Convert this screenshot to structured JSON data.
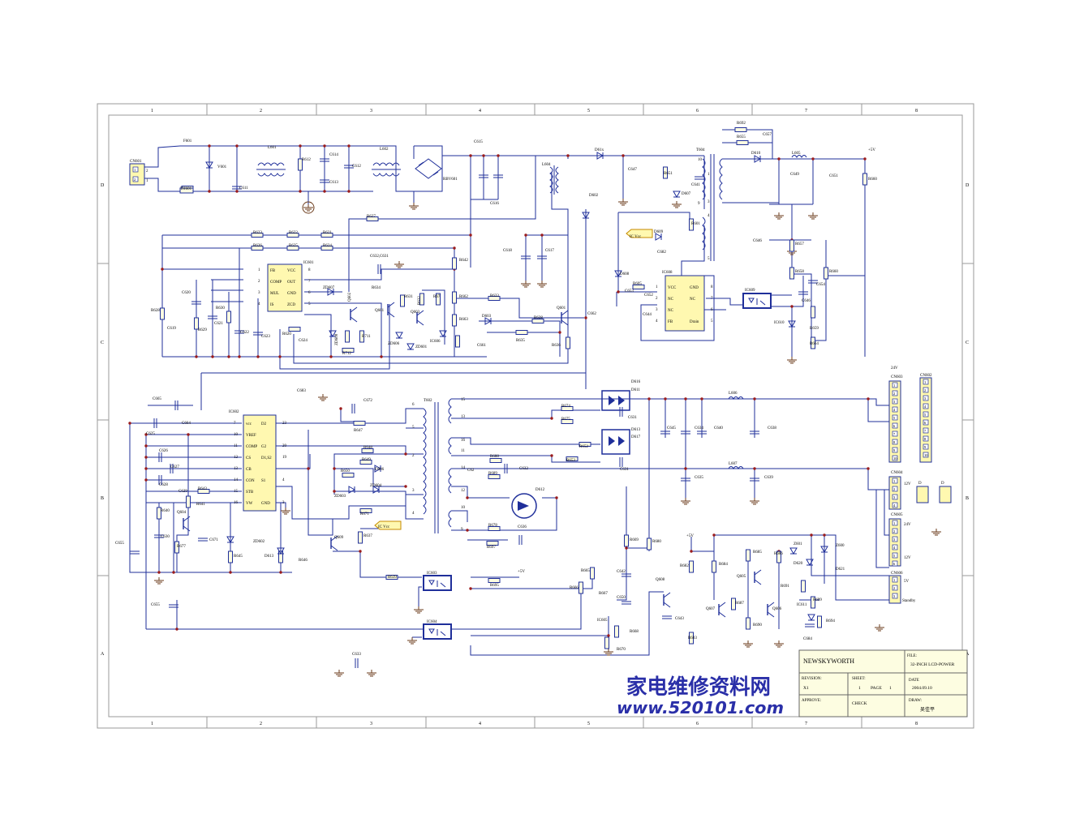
{
  "colors": {
    "paper": "#fdfde1",
    "wire": "#1f2f9a",
    "ic_fill": "#fff8b0",
    "node": "#9b1b1b",
    "ground": "#6b3b1b",
    "watermark": "#2a2fa8"
  },
  "grid": {
    "top": [
      "1",
      "2",
      "3",
      "4",
      "5",
      "6",
      "7",
      "8"
    ],
    "bottom": [
      "1",
      "2",
      "3",
      "4",
      "5",
      "6",
      "7",
      "8"
    ],
    "left": [
      "D",
      "C",
      "B",
      "A"
    ],
    "right": [
      "D",
      "C",
      "B",
      "A"
    ]
  },
  "ics": {
    "ic601": {
      "name": "IC601",
      "pins_left": [
        "FB",
        "COMP",
        "MUL",
        "IS"
      ],
      "pins_right": [
        "VCC",
        "OUT",
        "GND",
        "ZCD"
      ],
      "nums_left": [
        "1",
        "2",
        "3",
        "4"
      ],
      "nums_right": [
        "8",
        "7",
        "6",
        "5"
      ]
    },
    "ic602": {
      "name": "IC602",
      "pins_left": [
        "vcc",
        "VREF",
        "COMP",
        "CS",
        "CB",
        "CON",
        "STB",
        "VW"
      ],
      "pins_right": [
        "D2",
        "",
        "G2",
        "D1,S2",
        "",
        "S1",
        "",
        "GND"
      ],
      "nums_left": [
        "7",
        "10",
        "11",
        "12",
        "13",
        "14",
        "15",
        "16"
      ],
      "nums_right": [
        "23",
        "",
        "20",
        "19",
        "",
        "4",
        "",
        "3"
      ]
    },
    "ic608": {
      "name": "IC608",
      "pins_left": [
        "VCC",
        "NC",
        "NC",
        "FB"
      ],
      "pins_right": [
        "GND",
        "NC",
        "",
        "Drain"
      ],
      "nums_left": [
        "1",
        "2",
        "3",
        "4"
      ],
      "nums_right": [
        "8",
        "7",
        "6",
        "5"
      ]
    }
  },
  "labels": {
    "cn601": "CN601",
    "cn601_p2": "2",
    "cn601_p1": "1",
    "f601": "F601",
    "th601": "TH601",
    "v601": "V601",
    "c611": "C611",
    "l601": "L601",
    "r612": "R612",
    "c614": "C614",
    "c613": "C613",
    "c612": "C612",
    "l602": "L602",
    "rbv601": "RBV601",
    "c615": "C615",
    "c616": "C616",
    "l604": "L604",
    "d61x": "D61x",
    "c647": "C647",
    "t604": "T604",
    "r692": "R692",
    "c657": "C657",
    "r655": "R655",
    "d610": "D610",
    "l605": "L605",
    "plus5v_top": "+5V",
    "r651": "R651",
    "c641": "C641",
    "d607": "D607",
    "r601": "R601",
    "d609": "D609",
    "c649": "C649",
    "c651": "C651",
    "r660": "R660",
    "d602": "D602",
    "r627": "R627",
    "r623": "R623",
    "r622": "R622",
    "r621": "R621",
    "r626": "R626",
    "r625": "R625",
    "r624": "R624",
    "c632c631": "C632,C631",
    "r642": "R642",
    "c618": "C618",
    "c617": "C617",
    "icvcc1": "IC Vcc",
    "c682": "C682",
    "c646": "C646",
    "r657": "R657",
    "r658": "R658",
    "c654": "C654",
    "c653": "C653",
    "r605": "R605",
    "c652": "C652",
    "c644": "C644",
    "ic609": "IC609",
    "ic610": "IC610",
    "r659": "R659",
    "r664": "R664",
    "d608": "D608",
    "r628": "R628",
    "c620": "C620",
    "c619": "C619",
    "r629": "R629",
    "r630": "R630",
    "c621": "C621",
    "c622": "C622",
    "c623": "C623",
    "r620": "R620",
    "c624": "C624",
    "zd607": "ZD607",
    "q602": "Q602",
    "zd608": "ZD608",
    "r711": "R711",
    "r712": "R712",
    "r634": "R634",
    "q601": "Q601",
    "r631": "R631",
    "q603": "Q603",
    "r632": "R632",
    "r67": "R67",
    "zd606": "ZD606",
    "zd601": "ZD601",
    "ic606": "IC606",
    "r633": "R633",
    "r662": "R662",
    "r663": "R663",
    "r636": "R636",
    "c661": "C661",
    "d603": "D603",
    "r638": "R638",
    "q60x": "Q601",
    "c662": "C662",
    "r635": "R635",
    "c683": "C683",
    "c665": "C665",
    "c672": "C672",
    "t602": "T602",
    "c664": "C664",
    "r647": "R647",
    "c625": "C625",
    "c626": "C626",
    "c627": "C627",
    "c628": "C628",
    "r648": "R648",
    "r649": "R649",
    "r650": "R650",
    "d606": "D606",
    "zd603": "ZD603",
    "zd604": "ZD604",
    "c629": "C629",
    "r643": "R643",
    "r641": "R641",
    "r640": "R640",
    "q604": "Q604",
    "c630": "C630",
    "c671": "C671",
    "r677": "R677",
    "r671": "R671",
    "icvcc2": "IC Vcc",
    "q609": "Q609",
    "r637": "R637",
    "zd602": "ZD602",
    "d613": "D613",
    "r645": "R645",
    "r646": "R646",
    "c655a": "C655",
    "c655b": "C655",
    "r639": "R639",
    "ic603": "IC603",
    "r695": "R695",
    "plus5v_a": "+5V",
    "ic604": "IC604",
    "c633": "C633",
    "d616": "D616",
    "d611": "D611",
    "r674": "R674",
    "r675": "R675",
    "c631b": "C631",
    "d613b": "D613",
    "d617": "D617",
    "r652": "R652",
    "r653": "R653",
    "c631c": "C631",
    "r688": "R688",
    "r689": "R689",
    "c62x": "C62",
    "c632b": "C632",
    "d612": "D612",
    "r678": "R678",
    "r697": "R697",
    "c636": "C636",
    "l606": "L606",
    "c645": "C645",
    "c634": "C634",
    "c640": "C640",
    "c638": "C638",
    "l607": "L607",
    "c635": "C635",
    "c639": "C639",
    "v24": "24V",
    "cn603": "CN603",
    "cn602": "CN602",
    "cn604": "CN604",
    "v12a": "12V",
    "cn605": "CN605",
    "v24b": "24V",
    "v12b": "12V",
    "cn606": "CN606",
    "v5": "5V",
    "standby": "Standby",
    "r669": "R669",
    "r680": "R680",
    "plus5v_b": "+5V",
    "r682": "R682",
    "r684": "R684",
    "r685": "R685",
    "r686": "R686",
    "z601": "Z601",
    "z600": "Z600",
    "d620": "D620",
    "d621": "D621",
    "q605": "Q605",
    "r691": "R691",
    "r665": "R665",
    "c642": "C642",
    "r666": "R666",
    "r667": "R667",
    "c650": "C650",
    "ic605": "IC605",
    "r668": "R668",
    "r670": "R670",
    "q608": "Q608",
    "c643": "C643",
    "r683": "R683",
    "q607": "Q607",
    "r687": "R687",
    "q606": "Q606",
    "r690": "R690",
    "ic611": "IC611",
    "r699": "R699",
    "c684": "C684",
    "r694": "R694",
    "d_a": "D",
    "d_b": "D",
    "s15": "15",
    "s13": "13",
    "s16": "16",
    "s11": "11",
    "s14": "14",
    "s12": "12",
    "s10": "10",
    "s9": "9",
    "t6": "6",
    "t5": "5",
    "t2": "2",
    "t3": "3",
    "t4": "4",
    "tb10": "10",
    "tb9": "9",
    "tb1": "1",
    "tb3": "3",
    "tb4": "4",
    "tb5": "5"
  },
  "title_block": {
    "company": "NEWSKYWORTH",
    "file_label": "FILE:",
    "file_value": "32-INCH LCD-POWER",
    "revision_label": "REVISION:",
    "revision_value": "X1",
    "sheet_label": "SHEET:",
    "sheet_value": "1",
    "page_label": "PAGE",
    "page_value": "1",
    "date_label": "DATE",
    "date_value": "2004.09.10",
    "approve_label": "APPROVE:",
    "check_label": "CHECK",
    "draw_label": "DRAW:",
    "draw_value": "吴佳平"
  },
  "watermark": {
    "line1": "家电维修资料网",
    "line2": "www.520101.com"
  }
}
